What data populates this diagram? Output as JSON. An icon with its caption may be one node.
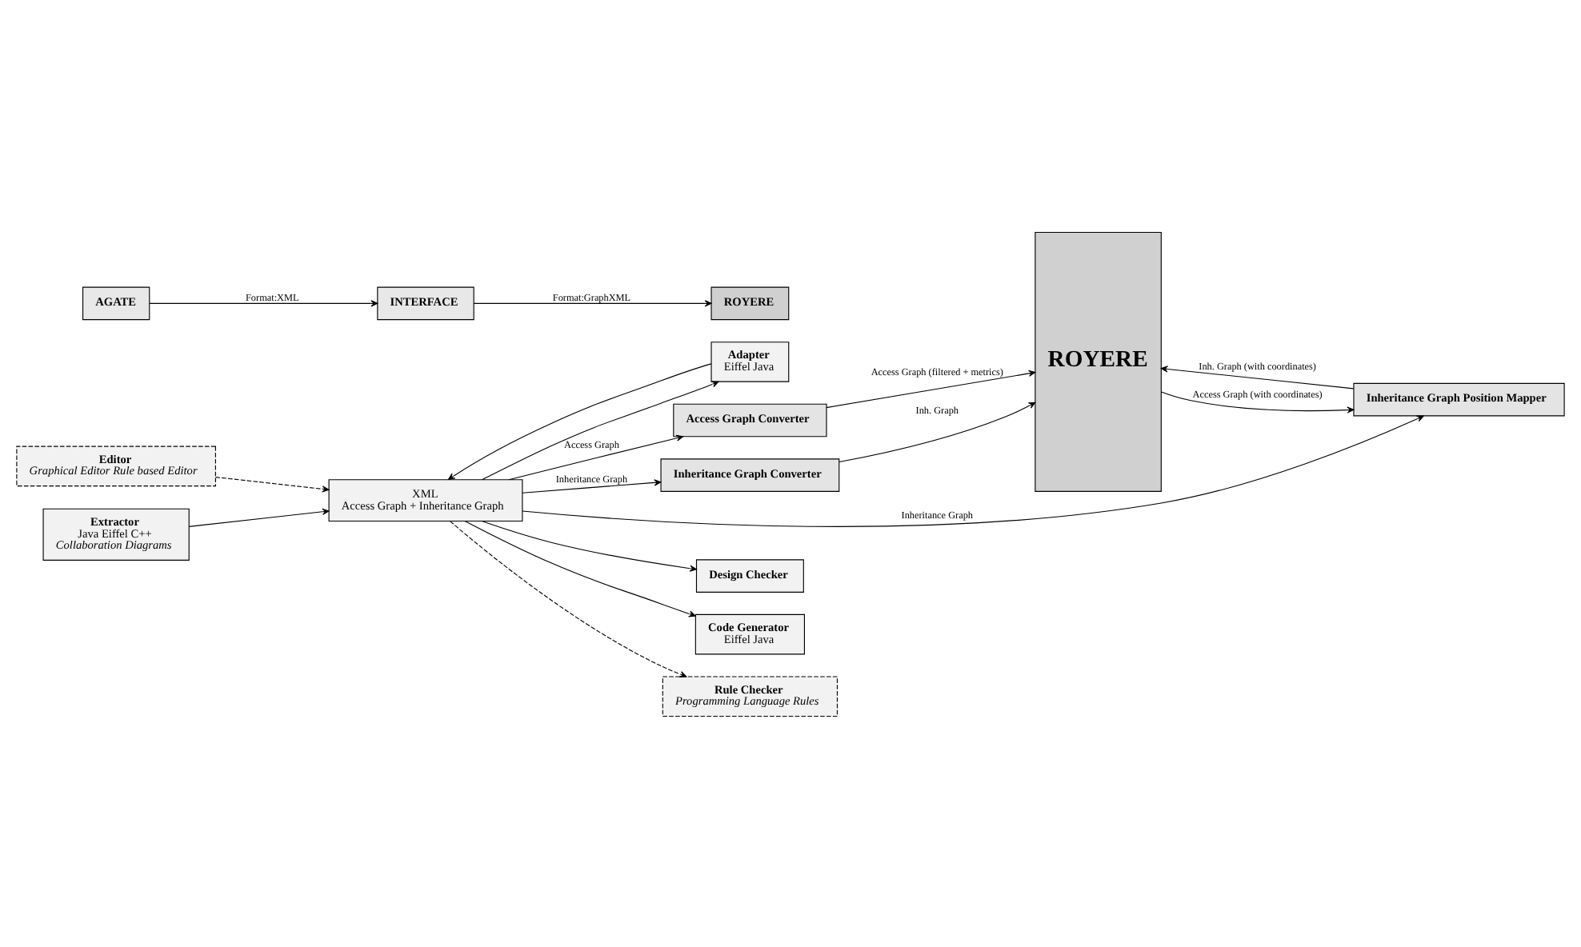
{
  "diagram": {
    "nodes": [
      {
        "text": [
          "Editor",
          "Graphical Editor Rule based Editor"
        ]
      },
      {
        "text": [
          "Adapter",
          "Eiffel Java"
        ]
      },
      {
        "text": [
          "Extractor",
          "Java Eiffel C++",
          "Collaboration Diagrams"
        ]
      },
      {
        "text": [
          "XML",
          "Access Graph + Inheritance Graph"
        ]
      },
      {
        "text": [
          "Inheritance Graph Converter"
        ]
      },
      {
        "text": [
          "Inheritance Graph Position Mapper"
        ]
      },
      {
        "text": [
          "Access Graph Converter"
        ]
      },
      {
        "text": [
          "ROYERE"
        ]
      },
      {
        "text": [
          "Design Checker"
        ]
      },
      {
        "text": [
          "Code Generator",
          "Eiffel Java"
        ]
      },
      {
        "text": [
          "Rule Checker",
          "Programming Language Rules"
        ]
      },
      {
        "text": [
          "AGATE"
        ]
      },
      {
        "text": [
          "INTERFACE"
        ]
      },
      {
        "text": [
          "ROYERE"
        ]
      }
    ],
    "edges": [
      {
        "from": 0,
        "to": 3,
        "arrow": "to",
        "style": "dashed"
      },
      {
        "from": 3,
        "to": 1,
        "arrow": "to"
      },
      {
        "from": 1,
        "to": 3,
        "arrow": "to"
      },
      {
        "from": 2,
        "to": 3,
        "arrow": "to"
      },
      {
        "from": 3,
        "to": 4,
        "arrow": "to",
        "label": "Inheritance Graph"
      },
      {
        "from": 3,
        "to": 5,
        "arrow": "to",
        "label": "Inheritance Graph"
      },
      {
        "from": 3,
        "to": 6,
        "arrow": "to",
        "label": "Access Graph"
      },
      {
        "from": 4,
        "to": 7,
        "arrow": "to",
        "label": "Inh. Graph"
      },
      {
        "from": 7,
        "to": 5,
        "arrow": "to",
        "label": "Access Graph (with coordinates)"
      },
      {
        "from": 5,
        "to": 7,
        "arrow": "to",
        "label": "Inh. Graph (with coordinates)"
      },
      {
        "from": 6,
        "to": 7,
        "arrow": "to",
        "label": "Access Graph (filtered + metrics)"
      },
      {
        "from": 3,
        "to": 8,
        "arrow": "to"
      },
      {
        "from": 3,
        "to": 9,
        "arrow": "to"
      },
      {
        "from": 3,
        "to": 10,
        "arrow": "to",
        "style": "dashed"
      },
      {
        "from": 11,
        "to": 12,
        "arrow": "to",
        "label": "Format:XML"
      },
      {
        "from": 12,
        "to": 13,
        "arrow": "to",
        "label": "Format:GraphXML"
      }
    ]
  }
}
